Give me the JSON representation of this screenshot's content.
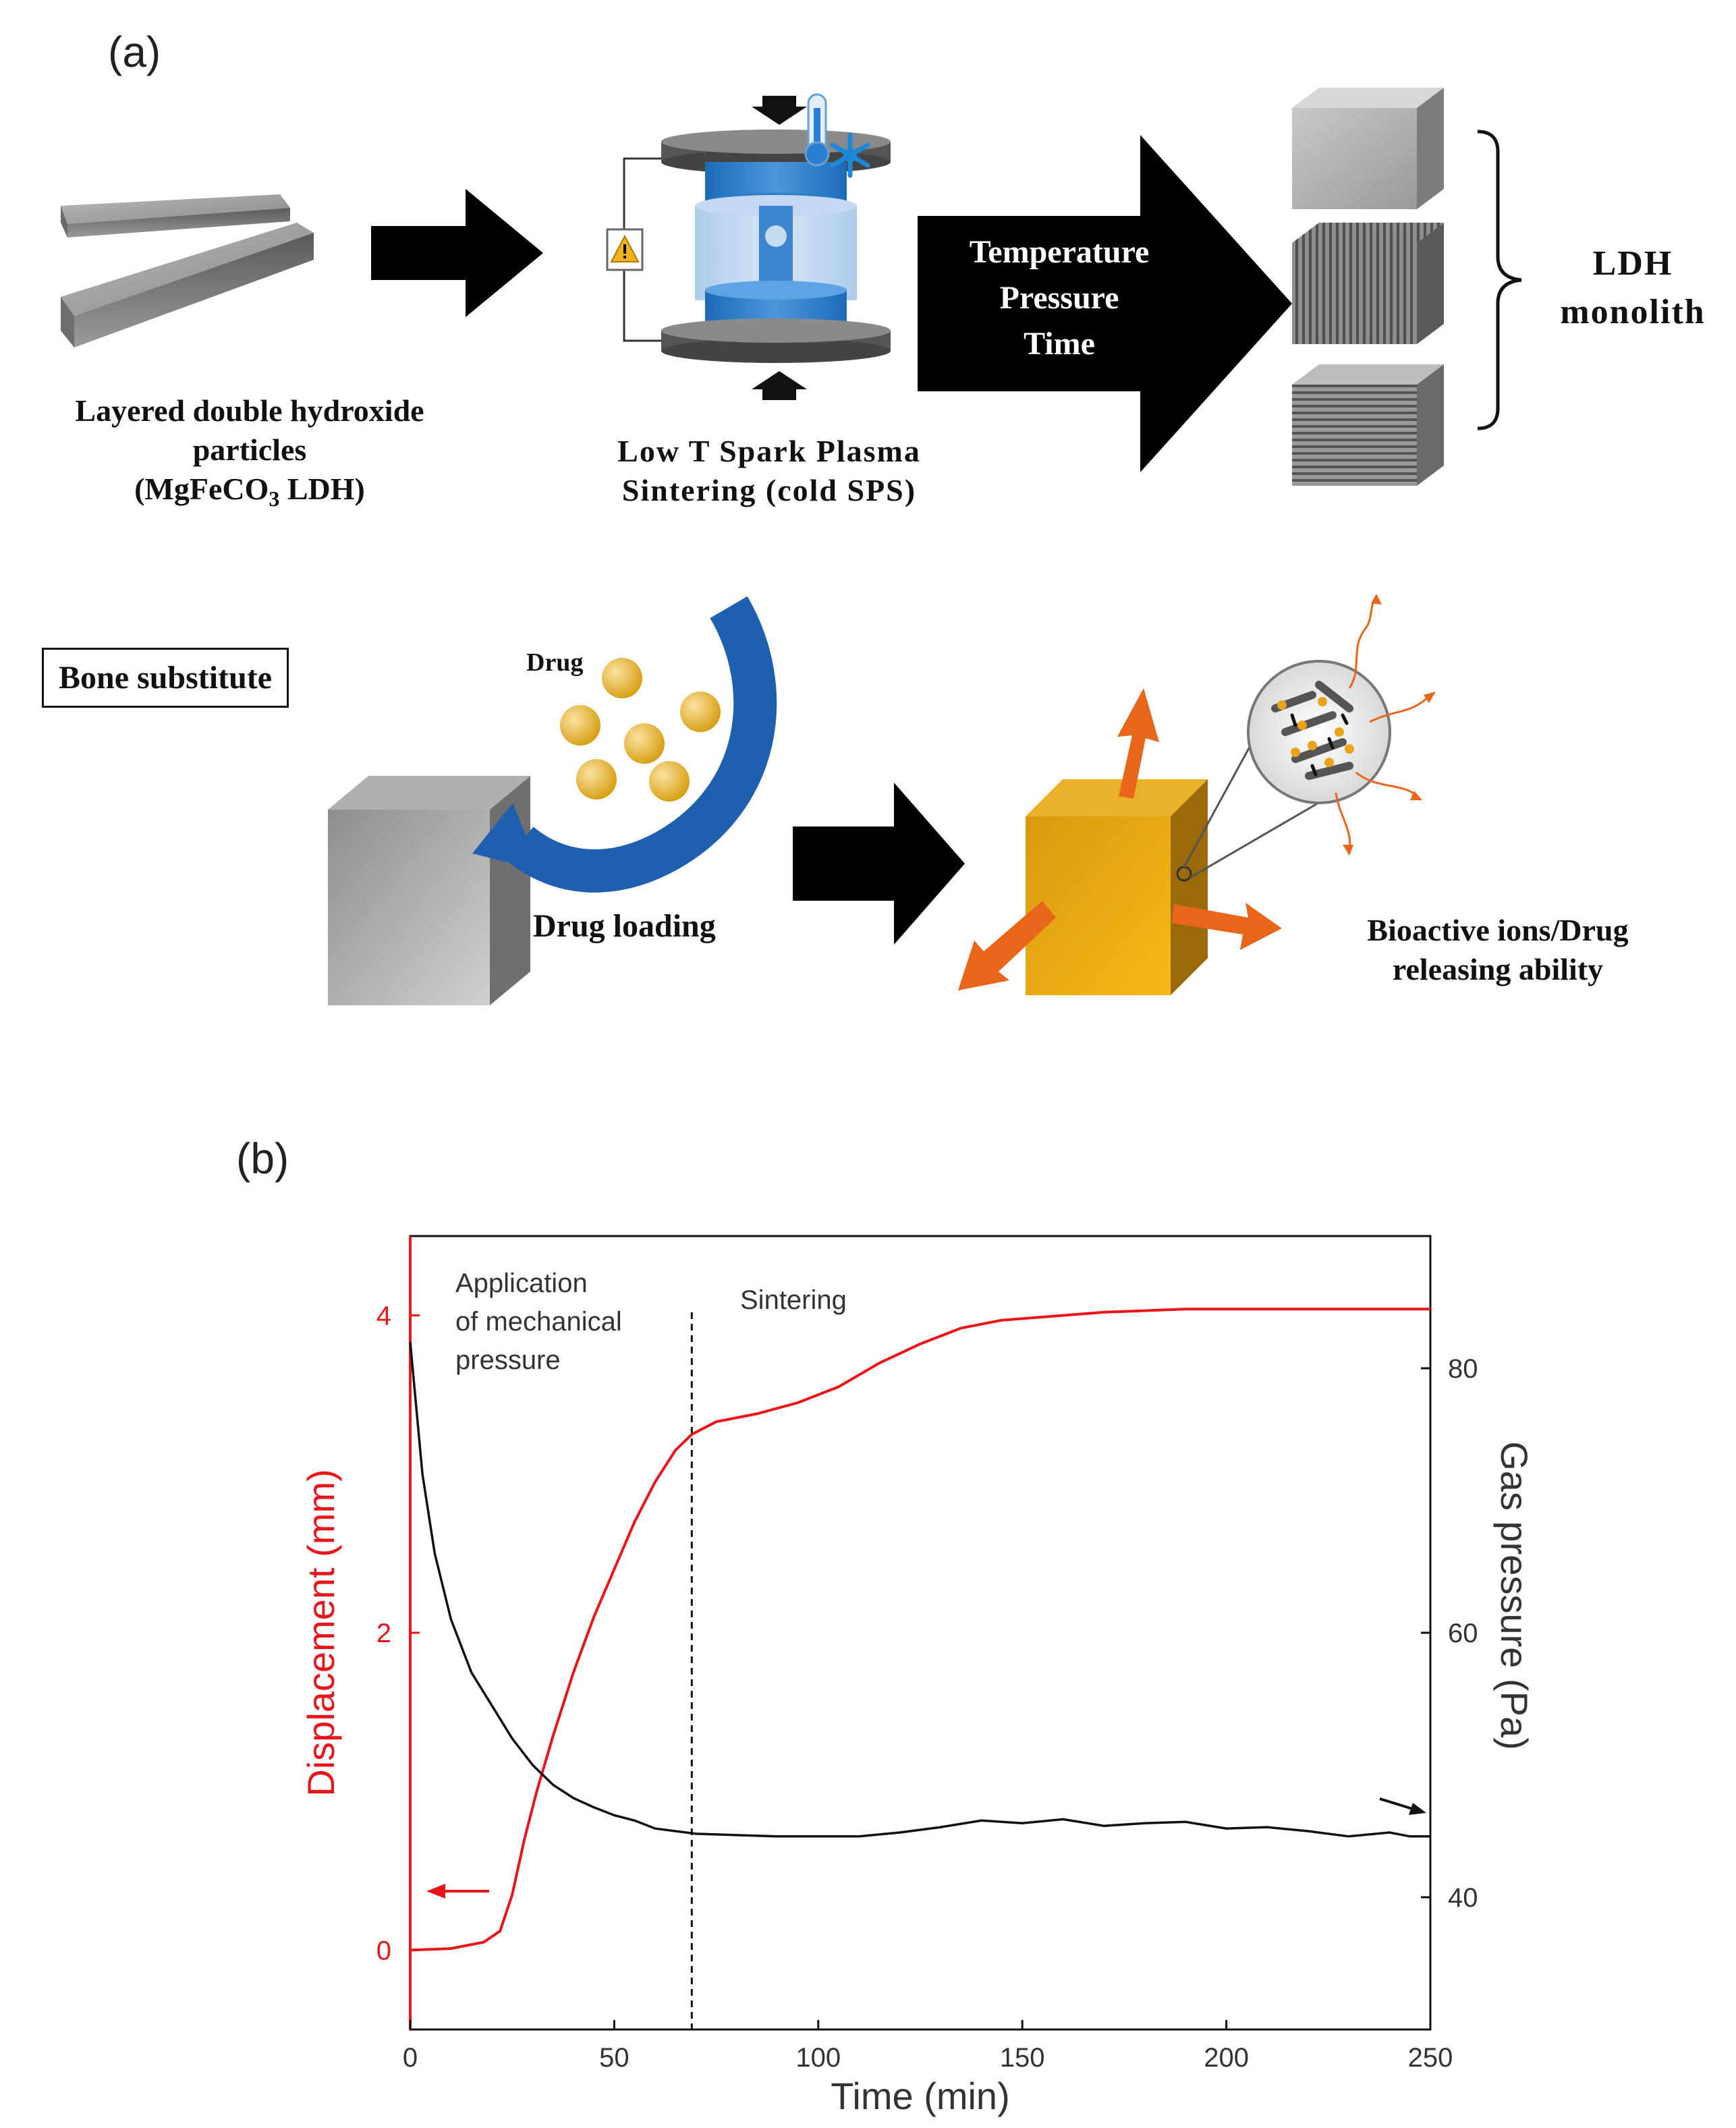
{
  "panel_a": {
    "label": "(a)",
    "particles_caption_line1": "Layered double hydroxide",
    "particles_caption_line2": "particles",
    "particles_caption_line3": "(MgFeCO",
    "particles_caption_sub": "3",
    "particles_caption_line3b": " LDH)",
    "sps_caption_line1": "Low T Spark Plasma",
    "sps_caption_line2": "Sintering (cold SPS)",
    "arrow_line1": "Temperature",
    "arrow_line2": "Pressure",
    "arrow_line3": "Time",
    "monolith_line1": "LDH",
    "monolith_line2": "monolith",
    "bone_box": "Bone substitute",
    "drug_label": "Drug",
    "drug_loading": "Drug loading",
    "release_line1": "Bioactive ions/Drug",
    "release_line2": "releasing ability",
    "colors": {
      "arrow": "#000000",
      "drug": "#e0a81c",
      "release_arrow": "#e8661a",
      "loading_arc": "#1f5fb0",
      "cube_gold": "#e3a21a"
    }
  },
  "panel_b": {
    "label": "(b)",
    "annotation_left_line1": "Application",
    "annotation_left_line2": "of mechanical",
    "annotation_left_line3": "pressure",
    "annotation_right": "Sintering"
  },
  "chart_data": {
    "type": "line",
    "xlabel": "Time (min)",
    "ylabel": "Displacement (mm)",
    "y2label": "Gas pressure (Pa)",
    "xlim": [
      0,
      250
    ],
    "ylim": [
      -0.5,
      4.5
    ],
    "y2lim": [
      30,
      90
    ],
    "xticks": [
      "0",
      "50",
      "100",
      "150",
      "200",
      "250"
    ],
    "yticks": [
      "0",
      "2",
      "4"
    ],
    "y2ticks": [
      "40",
      "60",
      "80"
    ],
    "divider_x": 69,
    "series": [
      {
        "axis": "left",
        "color": "#e8161b",
        "x": [
          0,
          10,
          18,
          22,
          25,
          28,
          31,
          35,
          40,
          45,
          50,
          55,
          60,
          65,
          69,
          75,
          85,
          95,
          105,
          115,
          125,
          135,
          145,
          155,
          170,
          190,
          210,
          230,
          250
        ],
        "y": [
          0,
          0.01,
          0.05,
          0.12,
          0.35,
          0.7,
          1.0,
          1.35,
          1.75,
          2.1,
          2.4,
          2.7,
          2.95,
          3.15,
          3.25,
          3.33,
          3.38,
          3.45,
          3.55,
          3.7,
          3.82,
          3.92,
          3.97,
          3.99,
          4.02,
          4.04,
          4.04,
          4.04,
          4.04
        ]
      },
      {
        "axis": "right",
        "color": "#111111",
        "x": [
          0,
          3,
          6,
          10,
          15,
          20,
          25,
          30,
          35,
          40,
          45,
          50,
          55,
          60,
          65,
          70,
          80,
          90,
          100,
          110,
          120,
          130,
          140,
          150,
          160,
          170,
          180,
          190,
          200,
          210,
          220,
          230,
          240,
          245,
          250
        ],
        "y": [
          82,
          72,
          66,
          61,
          57,
          54.5,
          52,
          50,
          48.5,
          47.5,
          46.8,
          46.2,
          45.8,
          45.2,
          45,
          44.8,
          44.7,
          44.6,
          44.6,
          44.6,
          44.9,
          45.3,
          45.8,
          45.6,
          45.9,
          45.4,
          45.6,
          45.7,
          45.2,
          45.3,
          45,
          44.6,
          44.9,
          44.6,
          44.6
        ]
      }
    ]
  }
}
